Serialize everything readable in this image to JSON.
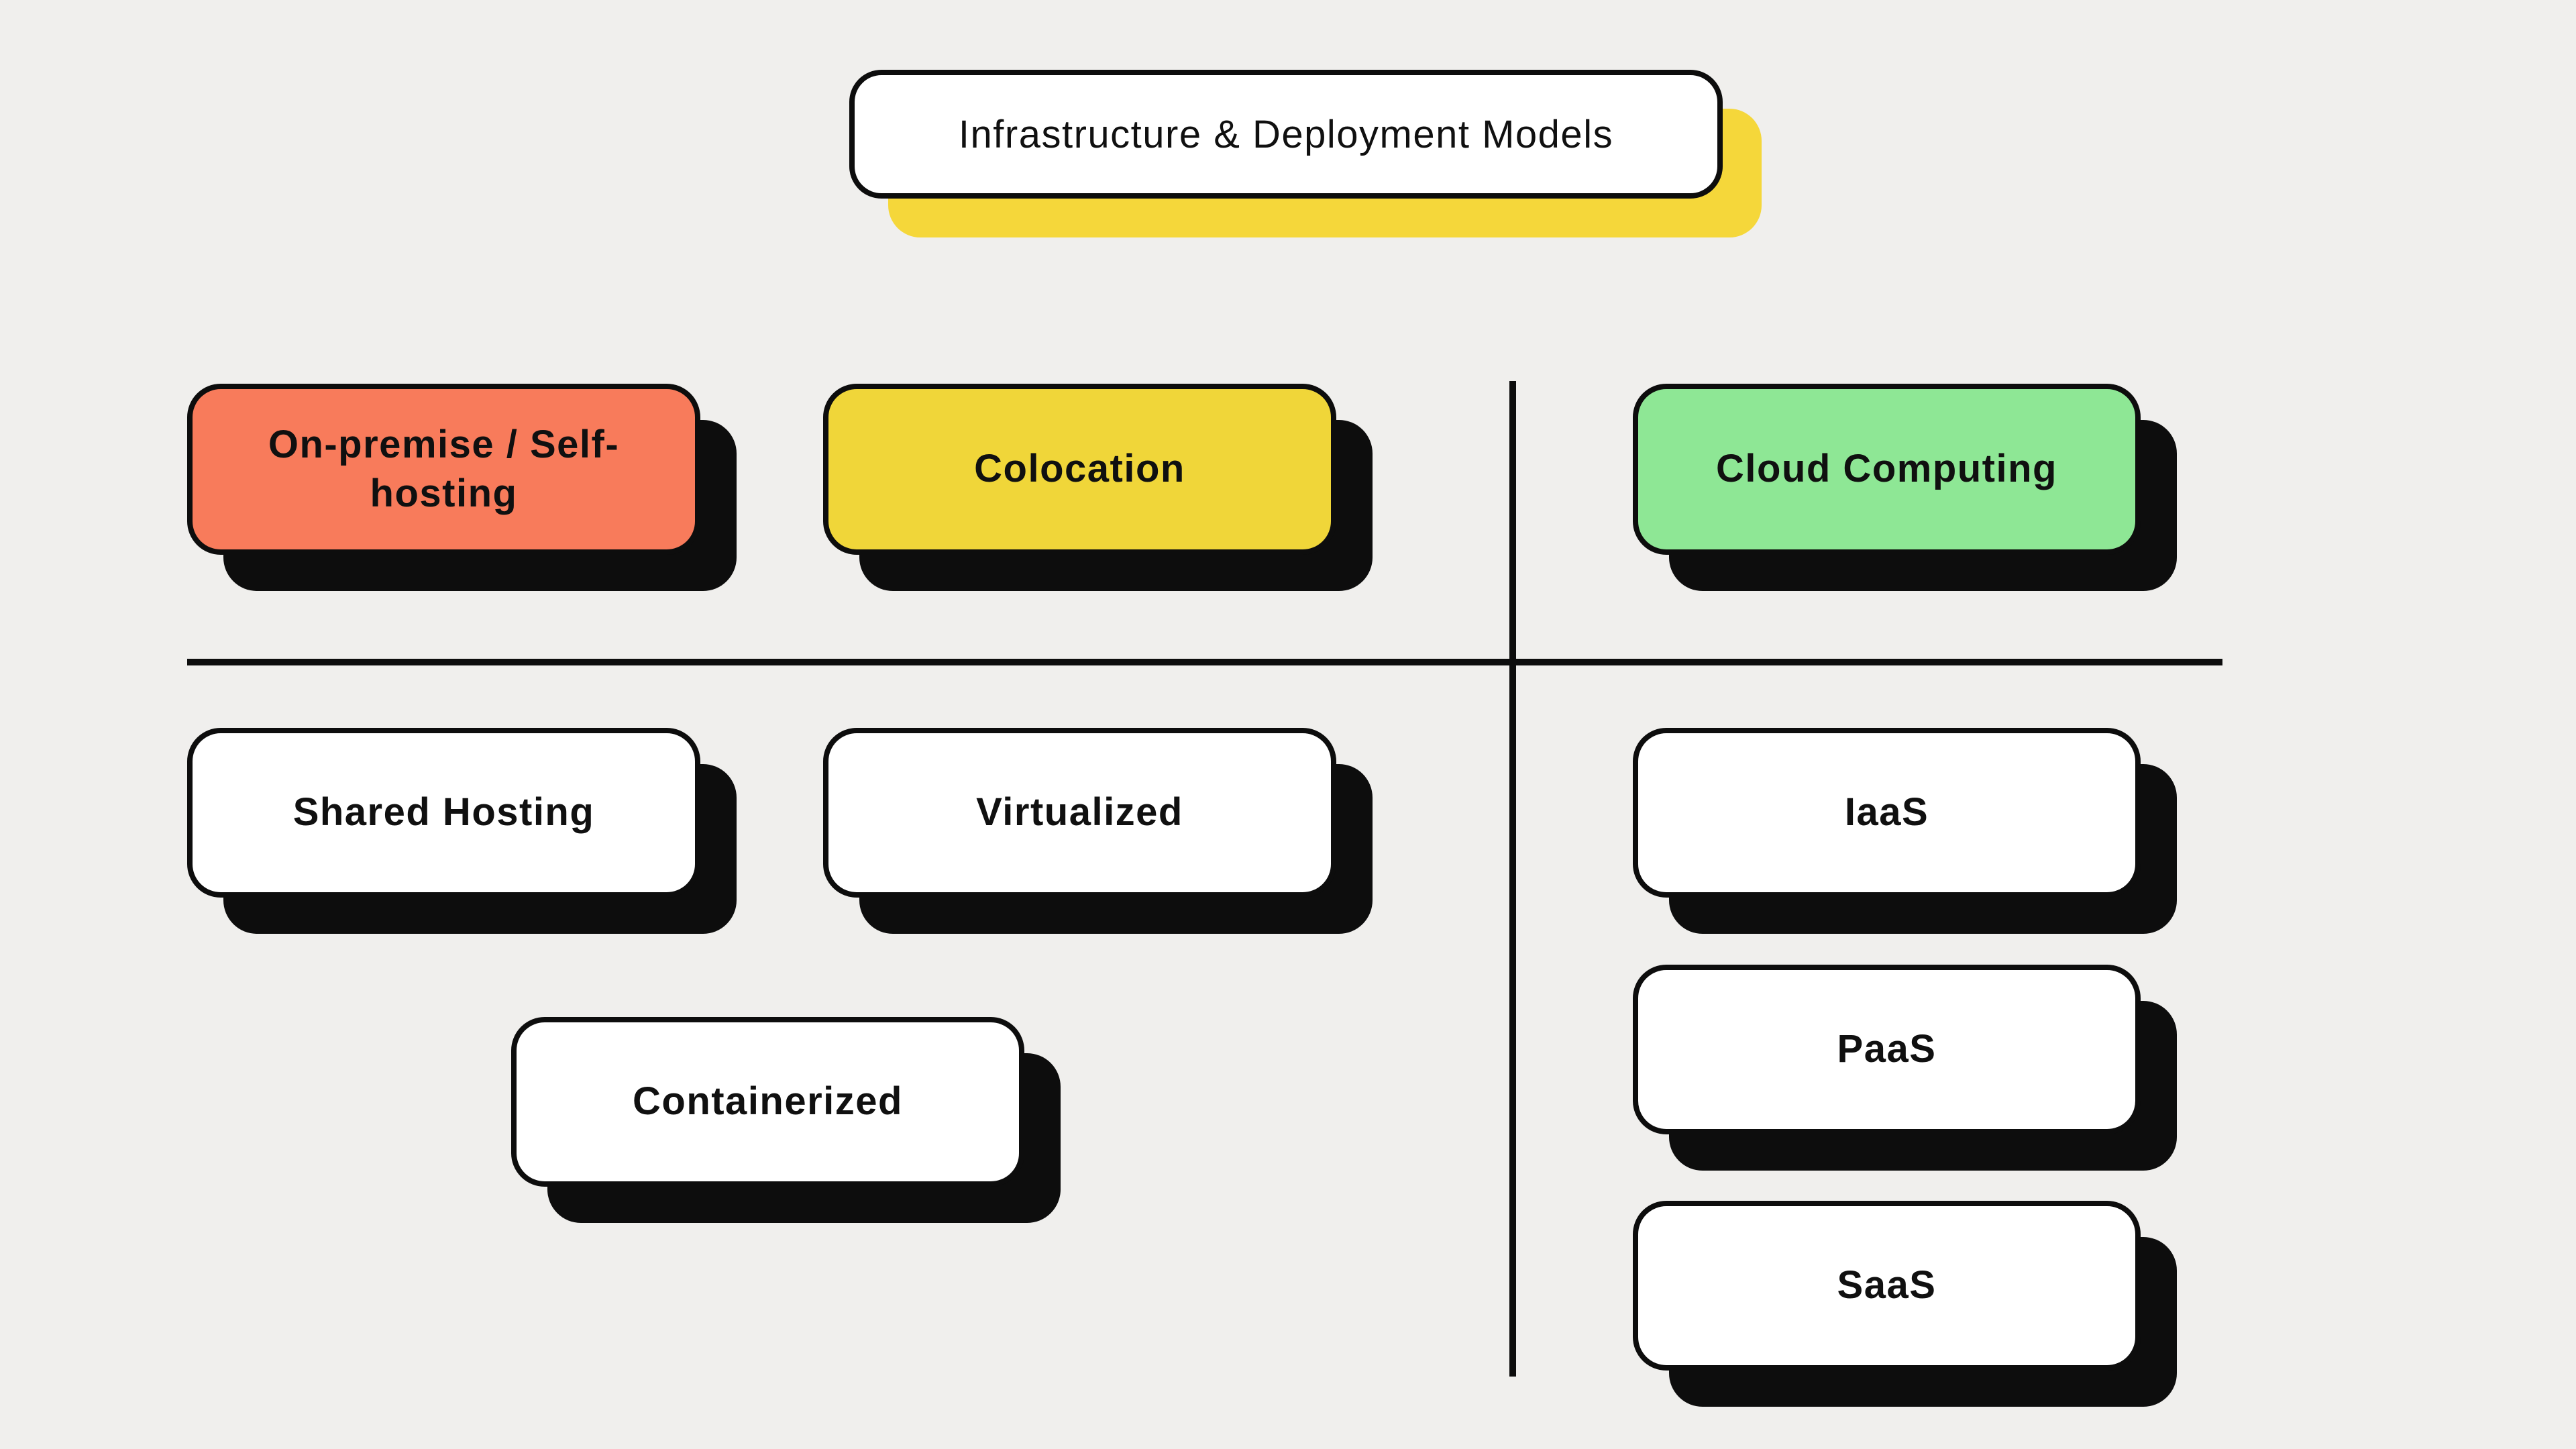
{
  "title": {
    "label": "Infrastructure & Deployment Models"
  },
  "colors": {
    "background": "#f0efed",
    "ink": "#0d0d0d",
    "accent_yellow": "#f5d73a",
    "on_premise_orange": "#f87b5b",
    "colocation_yellow": "#f0d639",
    "cloud_green": "#8ee795"
  },
  "categories": [
    {
      "id": "on-premise",
      "label": "On-premise / Self-hosting",
      "color": "#f87b5b"
    },
    {
      "id": "colocation",
      "label": "Colocation",
      "color": "#f0d639"
    },
    {
      "id": "cloud-computing",
      "label": "Cloud Computing",
      "color": "#8ee795"
    }
  ],
  "models": [
    {
      "id": "shared-hosting",
      "label": "Shared Hosting",
      "parent": "on-premise"
    },
    {
      "id": "virtualized",
      "label": "Virtualized",
      "parent": "colocation"
    },
    {
      "id": "containerized",
      "label": "Containerized",
      "parent": "colocation"
    },
    {
      "id": "iaas",
      "label": "IaaS",
      "parent": "cloud-computing"
    },
    {
      "id": "paas",
      "label": "PaaS",
      "parent": "cloud-computing"
    },
    {
      "id": "saas",
      "label": "SaaS",
      "parent": "cloud-computing"
    }
  ]
}
